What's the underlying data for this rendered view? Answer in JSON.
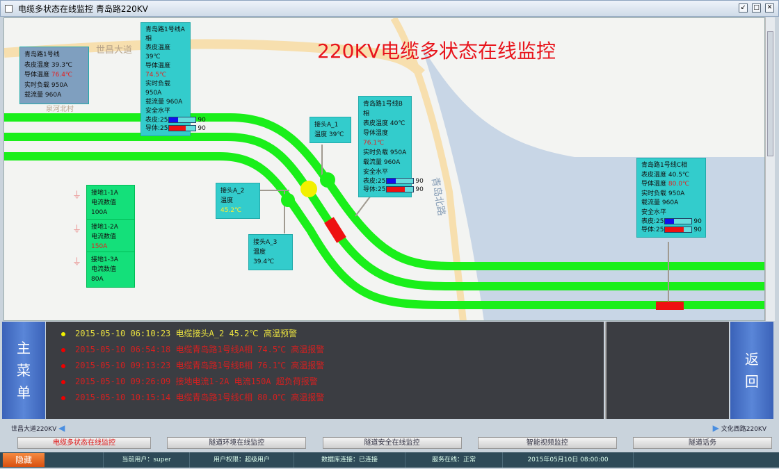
{
  "window": {
    "title": "电缆多状态在线监控 青岛路220KV",
    "controls": [
      "↙",
      "□",
      "✕"
    ]
  },
  "map": {
    "title": "220KV电缆多状态在线监控",
    "road_labels": [
      "世昌大道",
      "青岛北路",
      "泉河北村"
    ]
  },
  "colors": {
    "cable": "#1aef1a",
    "fault": "#ee1111",
    "joint_alarm": "#f2f000"
  },
  "line_summary": {
    "name": "青岛路1号线",
    "skin_label": "表皮温度",
    "skin": "39.3℃",
    "cond_label": "导体温度",
    "cond": "76.4℃",
    "load_label": "实时负载",
    "load": "950A",
    "cap_label": "载流量",
    "cap": "960A"
  },
  "phases": [
    {
      "name": "青岛路1号线A相",
      "skin": "39℃",
      "cond": "74.5℃",
      "load": "950A",
      "cap": "960A",
      "skin_level": 25,
      "cond_level": 25,
      "max": "90",
      "skin_fill": 0.35,
      "cond_fill": 0.65
    },
    {
      "name": "青岛路1号线B相",
      "skin": "40℃",
      "cond": "76.1℃",
      "load": "950A",
      "cap": "960A",
      "skin_level": 25,
      "cond_level": 25,
      "max": "90",
      "skin_fill": 0.35,
      "cond_fill": 0.7
    },
    {
      "name": "青岛路1号线C相",
      "skin": "40.5℃",
      "cond": "80.0℃",
      "load": "950A",
      "cap": "960A",
      "skin_level": 25,
      "cond_level": 25,
      "max": "90",
      "skin_fill": 0.35,
      "cond_fill": 0.72
    }
  ],
  "labels": {
    "skin": "表皮温度",
    "cond": "导体温度",
    "load": "实时负载",
    "cap": "载流量",
    "safety": "安全水平",
    "skin_short": "表皮:",
    "cond_short": "导体:",
    "temp": "温度",
    "current": "电流数值"
  },
  "joints": [
    {
      "name": "接头A_1",
      "temp": "39℃"
    },
    {
      "name": "接头A_2",
      "temp": "45.2℃"
    },
    {
      "name": "接头A_3",
      "temp": "39.4℃"
    }
  ],
  "grounds": [
    {
      "name": "接地1-1A",
      "current": "100A"
    },
    {
      "name": "接地1-2A",
      "current": "150A"
    },
    {
      "name": "接地1-3A",
      "current": "80A"
    }
  ],
  "menu": {
    "main": [
      "主",
      "菜",
      "单"
    ],
    "back": [
      "返",
      "回"
    ]
  },
  "alarms": [
    {
      "text": "2015-05-10 06:10:23 电缆接头A_2 45.2℃ 高温预警",
      "level": "warn"
    },
    {
      "text": "2015-05-10 06:54:18 电缆青岛路1号线A相 74.5℃ 高温报警",
      "level": "alarm"
    },
    {
      "text": "2015-05-10 09:13:23  电缆青岛路1号线B相 76.1℃ 高温报警",
      "level": "alarm"
    },
    {
      "text": "2015-05-10 09:26:09 接地电流1-2A 电流150A 超负荷报警",
      "level": "alarm"
    },
    {
      "text": "2015-05-10 10:15:14 电缆青岛路1号线C相 80.0℃ 高温报警",
      "level": "alarm"
    }
  ],
  "nav": {
    "prev": "世昌大道220KV",
    "next": "文化西路220KV"
  },
  "tabs": [
    "电缆多状态在线监控",
    "隧道环境在线监控",
    "隧道安全在线监控",
    "智能视频监控",
    "隧道话务"
  ],
  "status": {
    "hide": "隐藏",
    "user": "当前用户：super",
    "perm": "用户权限：超级用户",
    "db": "数据库连接：已连接",
    "service": "服务在线：正常",
    "time": "2015年05月10日 08:00:00"
  }
}
